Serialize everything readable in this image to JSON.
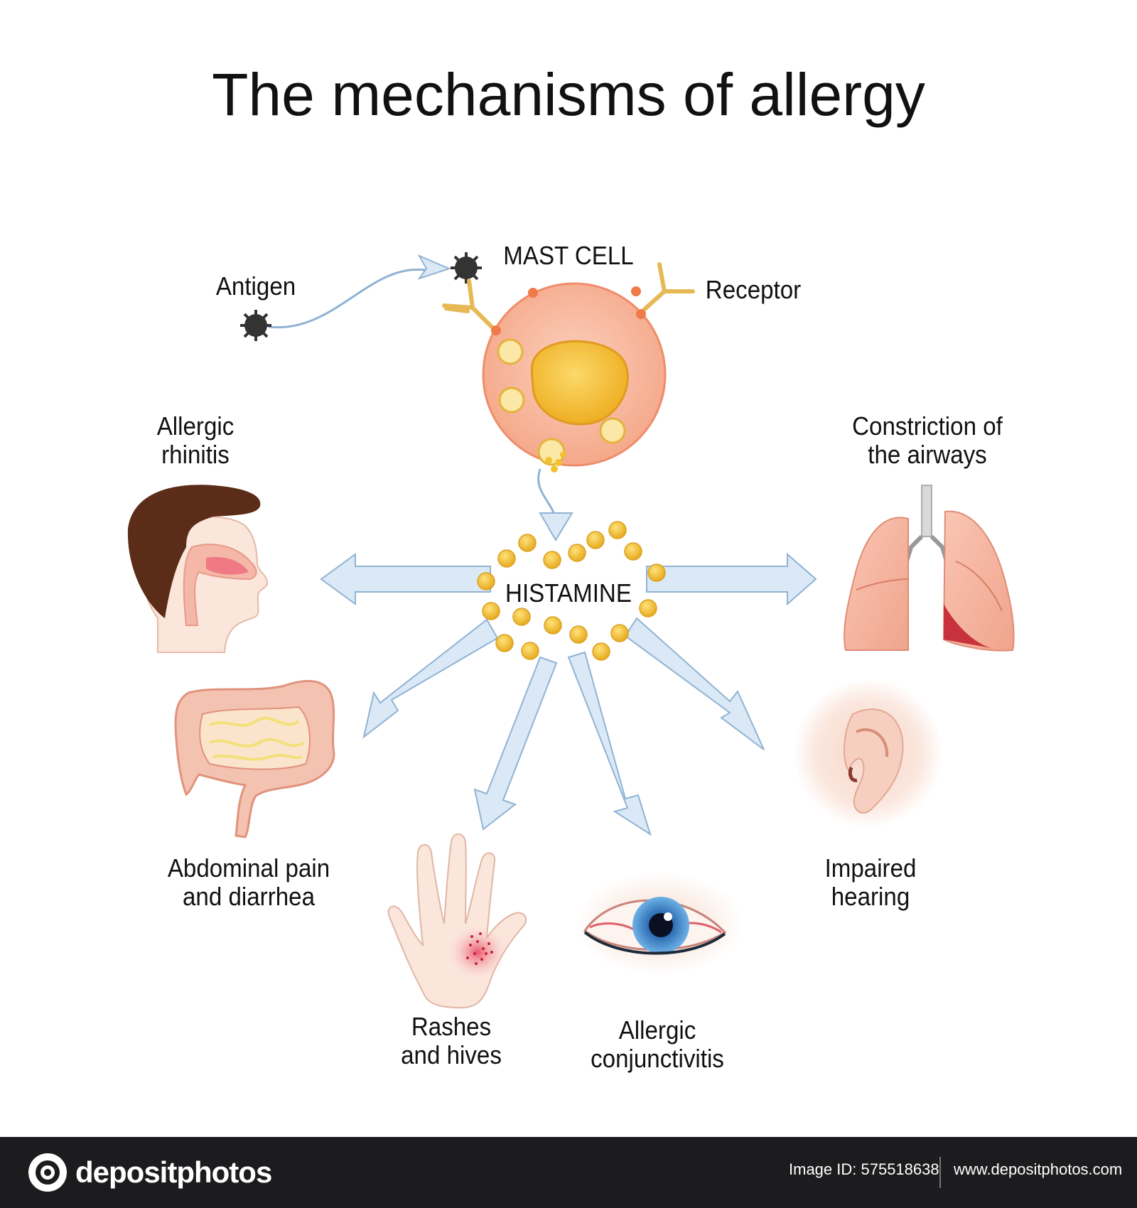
{
  "title": "The mechanisms of allergy",
  "center": {
    "cell_label": "MAST CELL",
    "mediator_label": "HISTAMINE"
  },
  "inputs": {
    "antigen": "Antigen",
    "receptor": "Receptor"
  },
  "effects": {
    "rhinitis": [
      "Allergic",
      "rhinitis"
    ],
    "airways": [
      "Constriction of",
      "the airways"
    ],
    "abdominal": [
      "Abdominal pain",
      "and diarrhea"
    ],
    "hearing": [
      "Impaired",
      "hearing"
    ],
    "skin": [
      "Rashes",
      "and hives"
    ],
    "eye": [
      "Allergic",
      "conjunctivitis"
    ]
  },
  "footer": {
    "brand": "depositphotos",
    "image_id": "Image ID: 575518638",
    "site": "www.depositphotos.com"
  },
  "colors": {
    "arrow_fill": "#dbe9f6",
    "arrow_stroke": "#8fb3d4",
    "cell": "#f8b49a",
    "nucleus": "#f5c244",
    "granule": "#f2c12e",
    "footer_bg": "#1c1c1e"
  }
}
